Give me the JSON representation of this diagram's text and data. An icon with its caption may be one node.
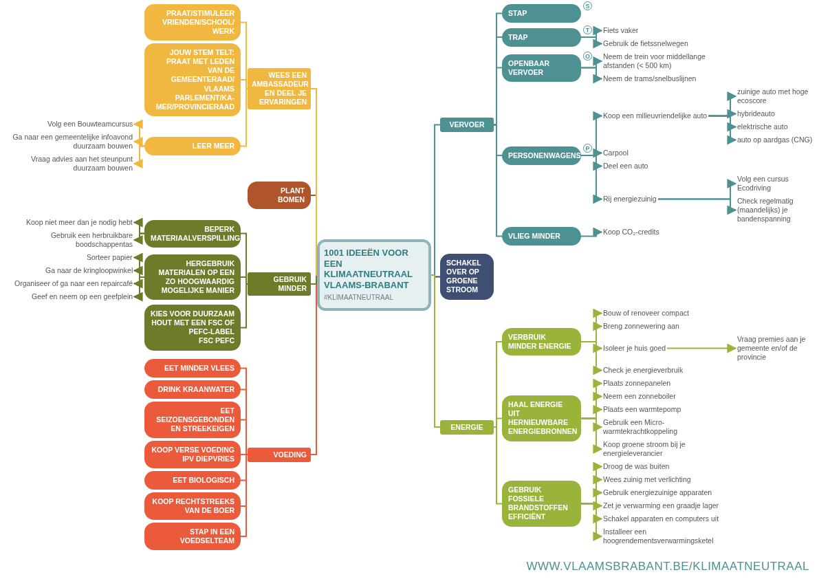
{
  "diagram": {
    "nodes": [
      {
        "text": [
          "1001 IDEEËN VOOR EEN KLIMAATNEUTRAAL VLAAMS-BRABANT",
          "#KLIMAATNEUTRAAL"
        ]
      },
      {
        "text": [
          "VERVOER"
        ]
      },
      {
        "text": [
          "STAP"
        ],
        "beside": [
          "S"
        ]
      },
      {
        "text": [
          "TRAP"
        ],
        "beside": [
          "T"
        ]
      },
      {
        "text": [
          "OPENBAAR VERVOER"
        ],
        "beside": [
          "O"
        ]
      },
      {
        "text": [
          "PERSONENWAGENS"
        ],
        "beside": [
          "P"
        ]
      },
      {
        "text": [
          "VLIEG MINDER"
        ]
      },
      {
        "text": [
          "Fiets vaker"
        ]
      },
      {
        "text": [
          "Gebruik de fietssnelwegen"
        ]
      },
      {
        "text": [
          "Neem de trein voor middellange afstanden (< 500 km)"
        ]
      },
      {
        "text": [
          "Neem de trams/snelbuslijnen"
        ]
      },
      {
        "text": [
          "Koop een milieuvriendelijke auto"
        ]
      },
      {
        "text": [
          "zuinige auto met hoge ecoscore"
        ]
      },
      {
        "text": [
          "hybrideauto"
        ]
      },
      {
        "text": [
          "elektrische auto"
        ]
      },
      {
        "text": [
          "auto op aardgas (CNG)"
        ]
      },
      {
        "text": [
          "Carpool"
        ]
      },
      {
        "text": [
          "Deel een auto"
        ]
      },
      {
        "text": [
          "Rij energiezuinig"
        ]
      },
      {
        "text": [
          "Volg een cursus Ecodriving"
        ]
      },
      {
        "text": [
          "Check regelmatig (maandelijks) je bandenspanning"
        ]
      },
      {
        "text": [
          "Koop CO₂-credits"
        ]
      },
      {
        "text": [
          "SCHAKEL OVER OP GROENE STROOM"
        ]
      },
      {
        "text": [
          "ENERGIE"
        ]
      },
      {
        "text": [
          "VERBRUIK MINDER ENERGIE"
        ]
      },
      {
        "text": [
          "Bouw of renoveer compact"
        ]
      },
      {
        "text": [
          "Breng zonnewering aan"
        ]
      },
      {
        "text": [
          "Isoleer je huis goed"
        ]
      },
      {
        "text": [
          "Vraag premies aan je gemeente en/of de provincie"
        ]
      },
      {
        "text": [
          "Check je energieverbruik"
        ]
      },
      {
        "text": [
          "HAAL ENERGIE UIT HERNIEUWBARE ENERGIEBRONNEN"
        ]
      },
      {
        "text": [
          "Plaats zonnepanelen"
        ]
      },
      {
        "text": [
          "Neem een zonneboiler"
        ]
      },
      {
        "text": [
          "Plaats een warmtepomp"
        ]
      },
      {
        "text": [
          "Gebruik een Micro-warmtekrachtkoppeling"
        ]
      },
      {
        "text": [
          "Koop groene stroom bij je energieleverancier"
        ]
      },
      {
        "text": [
          "GEBRUIK FOSSIELE BRANDSTOFFEN EFFICIËNT"
        ]
      },
      {
        "text": [
          "Droog de was buiten"
        ]
      },
      {
        "text": [
          "Wees zuinig met verlichting"
        ]
      },
      {
        "text": [
          "Gebruik energiezuinige apparaten"
        ]
      },
      {
        "text": [
          "Zet je verwarming een graadje lager"
        ]
      },
      {
        "text": [
          "Schakel apparaten en computers uit"
        ]
      },
      {
        "text": [
          "Installeer een hoogrendementsverwarmingsketel"
        ]
      },
      {
        "text": [
          "VOEDING"
        ]
      },
      {
        "text": [
          "EET MINDER VLEES"
        ]
      },
      {
        "text": [
          "DRINK KRAANWATER"
        ]
      },
      {
        "text": [
          "EET SEIZOENSGEBONDEN EN STREEKEIGEN"
        ]
      },
      {
        "text": [
          "KOOP VERSE VOEDING IPV DIEPVRIES"
        ]
      },
      {
        "text": [
          "EET BIOLOGISCH"
        ]
      },
      {
        "text": [
          "KOOP RECHTSTREEKS VAN DE BOER"
        ]
      },
      {
        "text": [
          "STAP IN EEN VOEDSELTEAM"
        ]
      },
      {
        "text": [
          "GEBRUIK MINDER"
        ]
      },
      {
        "text": [
          "BEPERK MATERIAALVERSPILLING"
        ]
      },
      {
        "text": [
          "Koop niet meer dan je nodig hebt"
        ]
      },
      {
        "text": [
          "Gebruik een herbruikbare boodschappentas"
        ]
      },
      {
        "text": [
          "HERGEBRUIK MATERIALEN OP EEN ZO HOOGWAARDIG MOGELIJKE MANIER"
        ]
      },
      {
        "text": [
          "Sorteer papier"
        ]
      },
      {
        "text": [
          "Ga naar de kringloopwinkel"
        ]
      },
      {
        "text": [
          "Organiseer of ga naar een repaircafé"
        ]
      },
      {
        "text": [
          "Geef en neem op een geefplein"
        ]
      },
      {
        "text": [
          "KIES VOOR DUURZAAM HOUT MET EEN FSC OF PEFC-LABEL",
          "FSC PEFC"
        ]
      },
      {
        "text": [
          "PLANT BOMEN"
        ]
      },
      {
        "text": [
          "WEES EEN AMBASSADEUR EN DEEL JE ERVARINGEN"
        ]
      },
      {
        "text": [
          "PRAAT/STIMULEER VRIENDEN/SCHOOL/ WERK"
        ]
      },
      {
        "text": [
          "JOUW STEM TELT: PRAAT MET LEDEN VAN DE GEMEENTERAAD/ VLAAMS PARLEMENT/KA-MER/PROVINCIERAAD"
        ]
      },
      {
        "text": [
          "LEER MEER"
        ]
      },
      {
        "text": [
          "Volg een Bouwteamcursus"
        ]
      },
      {
        "text": [
          "Ga naar een gemeentelijke infoavond duurzaam bouwen"
        ]
      },
      {
        "text": [
          "Vraag advies aan het steunpunt duurzaam bouwen"
        ]
      }
    ],
    "edges": [
      {
        "from": 0,
        "to": 1,
        "arrow": "none"
      },
      {
        "from": 1,
        "to": 2,
        "arrow": "none"
      },
      {
        "from": 1,
        "to": 3,
        "arrow": "none"
      },
      {
        "from": 1,
        "to": 4,
        "arrow": "none"
      },
      {
        "from": 1,
        "to": 5,
        "arrow": "none"
      },
      {
        "from": 1,
        "to": 6,
        "arrow": "none"
      },
      {
        "from": 3,
        "to": 7,
        "arrow": "to"
      },
      {
        "from": 3,
        "to": 8,
        "arrow": "to"
      },
      {
        "from": 4,
        "to": 9,
        "arrow": "to"
      },
      {
        "from": 4,
        "to": 10,
        "arrow": "to"
      },
      {
        "from": 5,
        "to": 11,
        "arrow": "to"
      },
      {
        "from": 11,
        "to": 12,
        "arrow": "to"
      },
      {
        "from": 11,
        "to": 13,
        "arrow": "to"
      },
      {
        "from": 11,
        "to": 14,
        "arrow": "to"
      },
      {
        "from": 11,
        "to": 15,
        "arrow": "to"
      },
      {
        "from": 5,
        "to": 16,
        "arrow": "to"
      },
      {
        "from": 5,
        "to": 17,
        "arrow": "to"
      },
      {
        "from": 5,
        "to": 18,
        "arrow": "to"
      },
      {
        "from": 18,
        "to": 19,
        "arrow": "to"
      },
      {
        "from": 18,
        "to": 20,
        "arrow": "to"
      },
      {
        "from": 6,
        "to": 21,
        "arrow": "to"
      },
      {
        "from": 0,
        "to": 22,
        "arrow": "none",
        "color": "#3e4f73"
      },
      {
        "from": 0,
        "to": 23,
        "arrow": "none",
        "color": "#9ab43b"
      },
      {
        "from": 23,
        "to": 24,
        "arrow": "none",
        "color": "#9ab43b"
      },
      {
        "from": 24,
        "to": 25,
        "arrow": "to",
        "color": "#9ab43b"
      },
      {
        "from": 24,
        "to": 26,
        "arrow": "to",
        "color": "#9ab43b"
      },
      {
        "from": 24,
        "to": 27,
        "arrow": "to",
        "color": "#9ab43b"
      },
      {
        "from": 27,
        "to": 28,
        "arrow": "to",
        "color": "#9ab43b"
      },
      {
        "from": 24,
        "to": 29,
        "arrow": "to",
        "color": "#9ab43b"
      },
      {
        "from": 23,
        "to": 30,
        "arrow": "none",
        "color": "#9ab43b"
      },
      {
        "from": 30,
        "to": 31,
        "arrow": "to",
        "color": "#9ab43b"
      },
      {
        "from": 30,
        "to": 32,
        "arrow": "to",
        "color": "#9ab43b"
      },
      {
        "from": 30,
        "to": 33,
        "arrow": "to",
        "color": "#9ab43b"
      },
      {
        "from": 30,
        "to": 34,
        "arrow": "to",
        "color": "#9ab43b"
      },
      {
        "from": 30,
        "to": 35,
        "arrow": "to",
        "color": "#9ab43b"
      },
      {
        "from": 23,
        "to": 36,
        "arrow": "none",
        "color": "#9ab43b"
      },
      {
        "from": 36,
        "to": 37,
        "arrow": "to",
        "color": "#9ab43b"
      },
      {
        "from": 36,
        "to": 38,
        "arrow": "to",
        "color": "#9ab43b"
      },
      {
        "from": 36,
        "to": 39,
        "arrow": "to",
        "color": "#9ab43b"
      },
      {
        "from": 36,
        "to": 40,
        "arrow": "to",
        "color": "#9ab43b"
      },
      {
        "from": 36,
        "to": 41,
        "arrow": "to",
        "color": "#9ab43b"
      },
      {
        "from": 36,
        "to": 42,
        "arrow": "to",
        "color": "#9ab43b"
      },
      {
        "from": 0,
        "to": 43,
        "arrow": "none",
        "color": "#ea5a3b"
      },
      {
        "from": 43,
        "to": 44,
        "arrow": "none",
        "color": "#ea5a3b"
      },
      {
        "from": 43,
        "to": 45,
        "arrow": "none",
        "color": "#ea5a3b"
      },
      {
        "from": 43,
        "to": 46,
        "arrow": "none",
        "color": "#ea5a3b"
      },
      {
        "from": 43,
        "to": 47,
        "arrow": "none",
        "color": "#ea5a3b"
      },
      {
        "from": 43,
        "to": 48,
        "arrow": "none",
        "color": "#ea5a3b"
      },
      {
        "from": 43,
        "to": 49,
        "arrow": "none",
        "color": "#ea5a3b"
      },
      {
        "from": 43,
        "to": 50,
        "arrow": "none",
        "color": "#ea5a3b"
      },
      {
        "from": 0,
        "to": 51,
        "arrow": "none",
        "color": "#6e7b2b"
      },
      {
        "from": 51,
        "to": 52,
        "arrow": "none",
        "color": "#6e7b2b"
      },
      {
        "from": 52,
        "to": 53,
        "arrow": "to",
        "color": "#6e7b2b"
      },
      {
        "from": 52,
        "to": 54,
        "arrow": "to",
        "color": "#6e7b2b"
      },
      {
        "from": 51,
        "to": 55,
        "arrow": "none",
        "color": "#6e7b2b"
      },
      {
        "from": 55,
        "to": 56,
        "arrow": "to",
        "color": "#6e7b2b"
      },
      {
        "from": 55,
        "to": 57,
        "arrow": "to",
        "color": "#6e7b2b"
      },
      {
        "from": 55,
        "to": 58,
        "arrow": "to",
        "color": "#6e7b2b"
      },
      {
        "from": 55,
        "to": 59,
        "arrow": "to",
        "color": "#6e7b2b"
      },
      {
        "from": 51,
        "to": 60,
        "arrow": "none",
        "color": "#6e7b2b"
      },
      {
        "from": 0,
        "to": 61,
        "arrow": "none",
        "color": "#b0542b"
      },
      {
        "from": 0,
        "to": 62,
        "arrow": "none",
        "color": "#f0b840"
      },
      {
        "from": 62,
        "to": 63,
        "arrow": "none",
        "color": "#f0b840"
      },
      {
        "from": 62,
        "to": 64,
        "arrow": "none",
        "color": "#f0b840"
      },
      {
        "from": 62,
        "to": 65,
        "arrow": "none",
        "color": "#f0b840"
      },
      {
        "from": 65,
        "to": 66,
        "arrow": "to",
        "color": "#f0b840"
      },
      {
        "from": 65,
        "to": 67,
        "arrow": "to",
        "color": "#f0b840"
      },
      {
        "from": 65,
        "to": 68,
        "arrow": "to",
        "color": "#f0b840"
      }
    ],
    "labels": [
      "WWW.VLAAMSBRABANT.BE/KLIMAATNEUTRAAL"
    ]
  }
}
